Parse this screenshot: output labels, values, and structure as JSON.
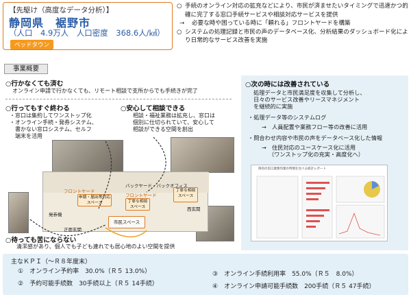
{
  "header": {
    "tag": "【先駆け（高度なデータ分析）】",
    "name": "静岡県　裾野市",
    "population": "（人口　4.9万人　人口密度　368.6人/㎢）",
    "badge": "ベッドタウン"
  },
  "top_bullets": [
    {
      "mark": "○",
      "text": "手続のオンライン対応の拡充などにより、市民が済ませたいタイミングで迅速かつ的確に完了する窓口手続サービスや相談対応サービスを提供"
    },
    {
      "mark": "→",
      "text": "必要な時や困っている時に「頼れる」フロントヤードを構築"
    },
    {
      "mark": "○",
      "text": "システムの処理記録と市民の声のデータベース化、分析結果のダッシュボード化により日常的なサービス改善を実施"
    }
  ],
  "section_header": "事業概要",
  "left": {
    "s1_title": "○行かなくても済む",
    "s1_text": "オンライン申請で行かなくても、リモート相談で支所からでも手続きが完了",
    "s2_title": "○行ってもすぐ終わる",
    "s2_items": [
      "・窓口は集約してワンストップ化",
      "・オンライン手続・発券システム、",
      "　書かない窓口システム、セルフ",
      "　端末を活用"
    ],
    "s3_title": "○安心して相談できる",
    "s3_text": [
      "相談・福祉業務は拡充し、窓口は",
      "個別に仕切られていて、安心して",
      "相談ができる空間を創出"
    ],
    "s4_title": "○待っても苦にならない",
    "s4_text": "清潔感があり、個人でも子ども連れでも居心地のよい空間を提供",
    "fp_labels": {
      "backyard": "バックヤード・バックオフィス",
      "frontyard1": "フロントヤード",
      "frontyard2": "フロントヤード",
      "window": "申請・届出等対応スペース",
      "consult": "丁寧な相談スペース",
      "consult2": "丁寧な相談スペース",
      "ticket": "発券機",
      "entrance": "正面玄関",
      "west": "西玄関",
      "citizen": "市民スペース"
    }
  },
  "right": {
    "title": "○次の時には改善されている",
    "intro": [
      "処理データと市民満足度を収集して分析し、",
      "日々のサービス改善やリースマネジメント",
      "を継続的に実施"
    ],
    "bullet1": "・処理データ等のシステムログ",
    "arrow1": "→　人員配置や業務フロー等の改善に活用",
    "bullet2": "・問合わせ内容や市民の声をデータベース化した情報",
    "arrow2": "→　住民対応のユースケース化に活用",
    "arrow2b": "（ワンストップ化の充実・高度化へ）",
    "dash_title": "目的の窓口業務作業の時間を比べる統計レポート"
  },
  "kpi": {
    "title": "主なＫＰＩ（～Ｒ８年度末）",
    "items": [
      "①　オンライン予約率　30.0%（Ｒ５ 13.0%）",
      "②　予約可能手続数　30手続以上（Ｒ５ 14手続）",
      "③　オンライン手続利用率　55.0%（Ｒ５　8.0%）",
      "④　オンライン申請可能手続数　200手続（Ｒ５ 47手続）"
    ]
  },
  "colors": {
    "accent_orange": "#e07a1f",
    "title_blue": "#2a5da8",
    "panel_blue": "#e6f1f7"
  }
}
